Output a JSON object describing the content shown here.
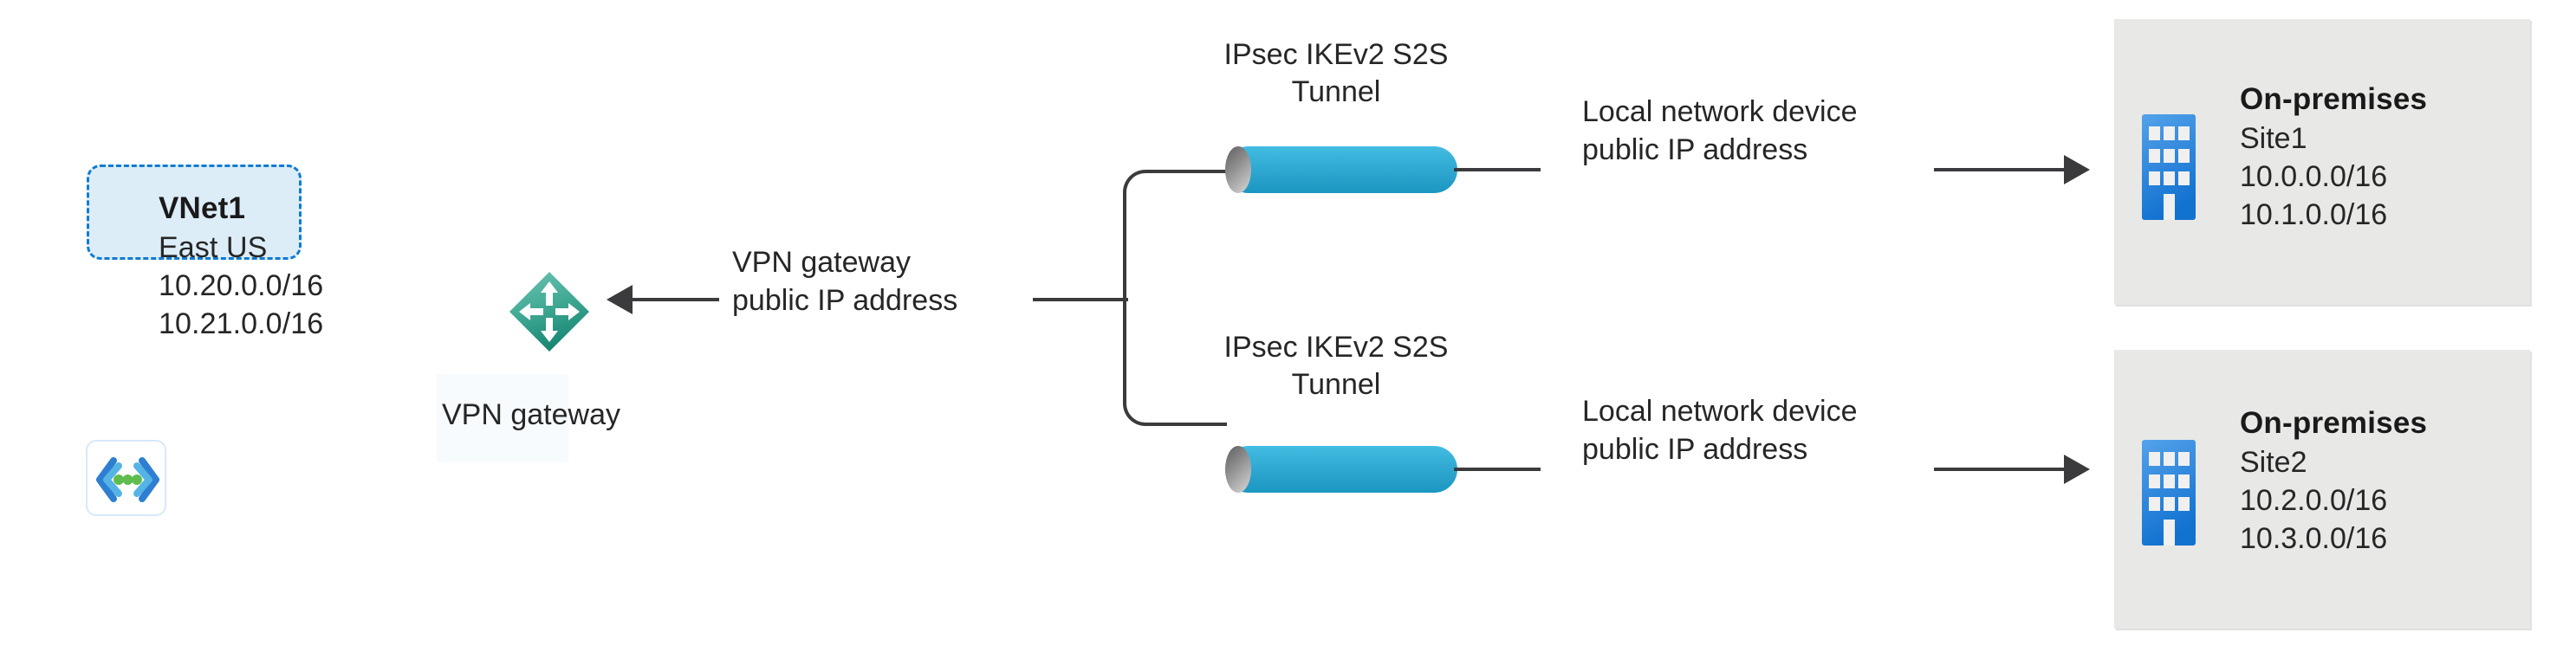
{
  "diagram": {
    "title": "Azure VPN Gateway multi-site site-to-site connection diagram",
    "colors": {
      "vnet_border": "#0F7BD1",
      "vnet_fill": "#DDEDF8",
      "gateway_teal": "#3FA893",
      "tunnel_cyan": "#31AAD3",
      "onprem_gray": "#E8E8E7",
      "building_blue": "#2E8BE0",
      "connector": "#3B3B3D",
      "text": "#262626"
    },
    "vnet": {
      "name": "VNet1",
      "region": "East US",
      "address_spaces": [
        "10.20.0.0/16",
        "10.21.0.0/16"
      ],
      "icon_name": "azure-virtual-network-icon"
    },
    "gateway": {
      "label": "VPN gateway",
      "icon_name": "vpn-gateway-icon",
      "public_ip_label": "VPN gateway\npublic IP address"
    },
    "connections": [
      {
        "tunnel_label": "IPsec IKEv2 S2S\nTunnel",
        "device_label": "Local network device\npublic IP address",
        "site": {
          "heading": "On-premises",
          "name": "Site1",
          "address_spaces": [
            "10.0.0.0/16",
            "10.1.0.0/16"
          ],
          "icon_name": "office-building-icon"
        }
      },
      {
        "tunnel_label": "IPsec IKEv2 S2S\nTunnel",
        "device_label": "Local network device\npublic IP address",
        "site": {
          "heading": "On-premises",
          "name": "Site2",
          "address_spaces": [
            "10.2.0.0/16",
            "10.3.0.0/16"
          ],
          "icon_name": "office-building-icon"
        }
      }
    ]
  }
}
